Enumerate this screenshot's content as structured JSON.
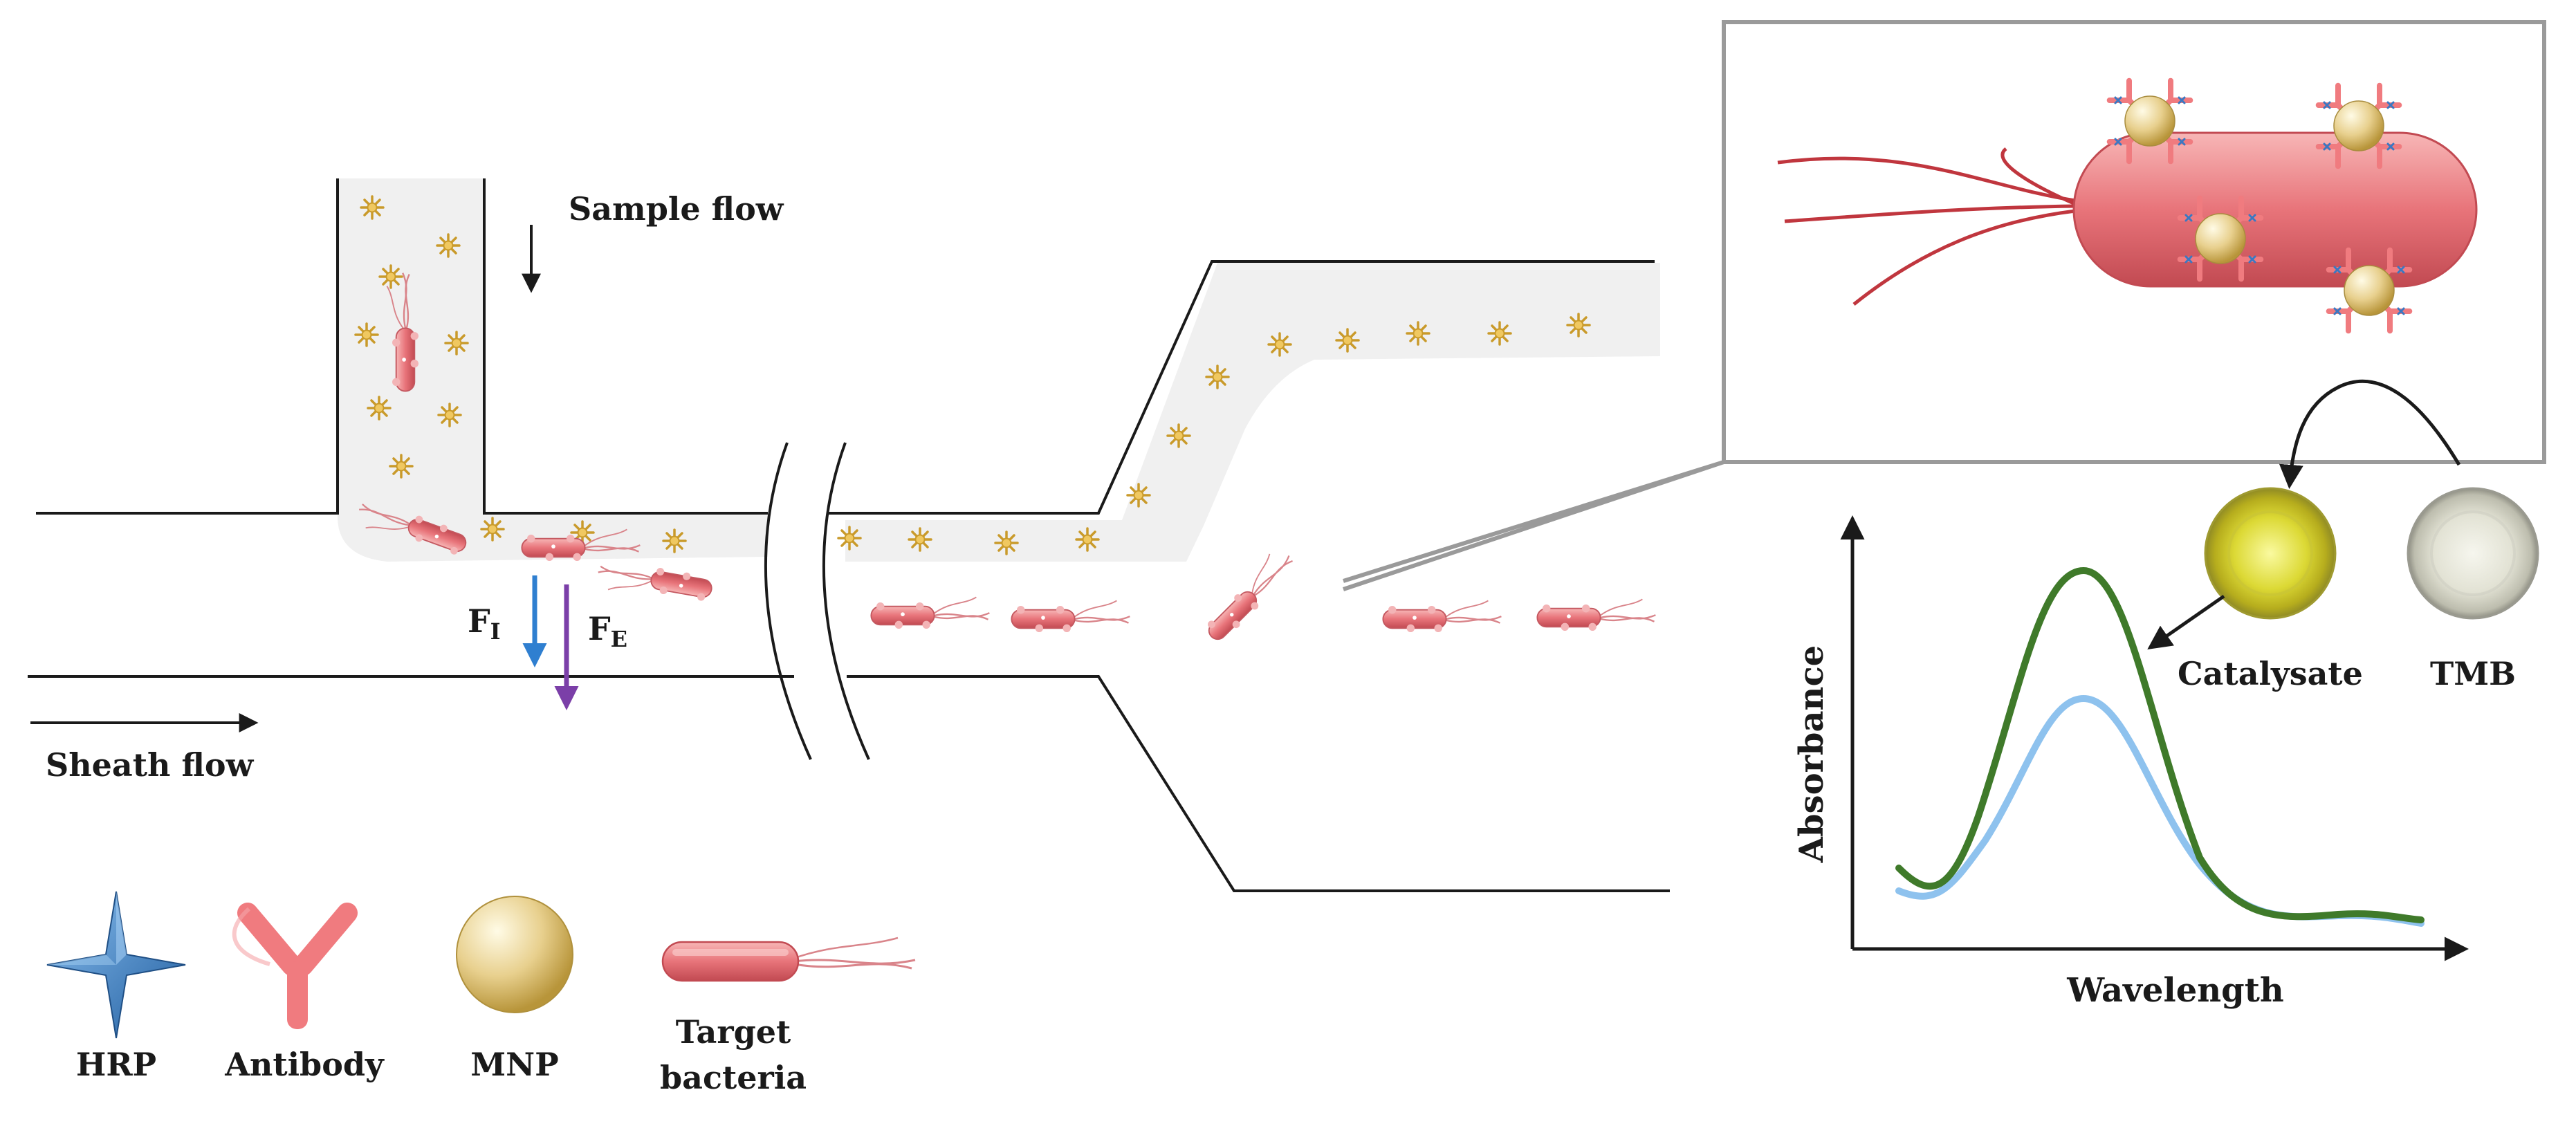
{
  "labels": {
    "sample_flow": "Sample flow",
    "sheath_flow": "Sheath flow",
    "force_inertial_main": "F",
    "force_inertial_sub": "I",
    "force_elastic_main": "F",
    "force_elastic_sub": "E",
    "catalysate": "Catalysate",
    "tmb": "TMB",
    "axis_y": "Absorbance",
    "axis_x": "Wavelength"
  },
  "legend": {
    "hrp": "HRP",
    "antibody": "Antibody",
    "mnp": "MNP",
    "target_line1": "Target",
    "target_line2": "bacteria"
  },
  "colors": {
    "channel_fill": "#f0f0f0",
    "channel_wall": "#1a1a1a",
    "bacteria": "#e8747a",
    "antibody": "#f07b7f",
    "mnp": "#e8d08e",
    "hrp": "#3a78c2",
    "arrow_inertial": "#2f7fd0",
    "arrow_elastic": "#7b3fa8",
    "curve_catalysate": "#3f7a2a",
    "curve_tmb": "#8ec2ee",
    "catalysate_well": "#d8d62a",
    "tmb_well": "#e4e4d6",
    "zoom_frame": "#9a9a9a"
  },
  "icons": [
    "hrp-icon",
    "antibody-icon",
    "mnp-icon",
    "bacteria-icon",
    "nanozyme-icon"
  ]
}
